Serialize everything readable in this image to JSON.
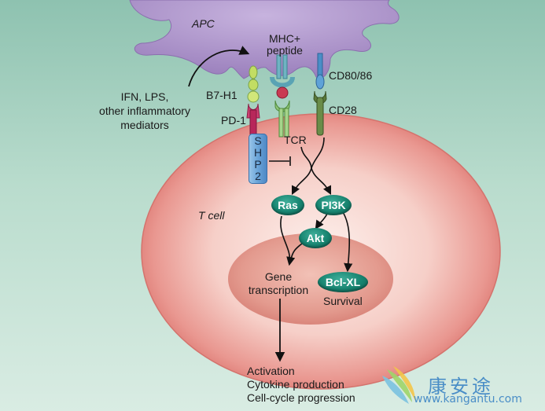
{
  "cells": {
    "apc_label": "APC",
    "tcell_label": "T cell"
  },
  "receptors": {
    "mhc_line1": "MHC+",
    "mhc_line2": "peptide",
    "cd8086": "CD80/86",
    "b7h1": "B7-H1",
    "cd28": "CD28",
    "pd1": "PD-1",
    "tcr": "TCR"
  },
  "mediators": {
    "line1": "IFN, LPS,",
    "line2": "other inflammatory",
    "line3": "mediators"
  },
  "signaling": {
    "shp2_letters": [
      "S",
      "H",
      "P",
      "2"
    ],
    "ras": "Ras",
    "pi3k": "PI3K",
    "akt": "Akt",
    "bclxl": "Bcl-XL"
  },
  "nucleus": {
    "gene_line1": "Gene",
    "gene_line2": "transcription",
    "survival": "Survival"
  },
  "outcomes": {
    "line1": "Activation",
    "line2": "Cytokine production",
    "line3": "Cell-cycle progression"
  },
  "watermark": {
    "chinese": "康安途",
    "url": "www.kangantu.com"
  },
  "colors": {
    "background": "#a9d1c2",
    "apc": "#a990c6",
    "tcell": "#e8908c",
    "nucleus": "#d9786e",
    "node": "#178470",
    "shp2": "#6aa4d8",
    "pd1": "#b8275a",
    "tcr": "#8fc47a",
    "b7h1": "#b8d65a",
    "cd28": "#5a7a3a"
  }
}
